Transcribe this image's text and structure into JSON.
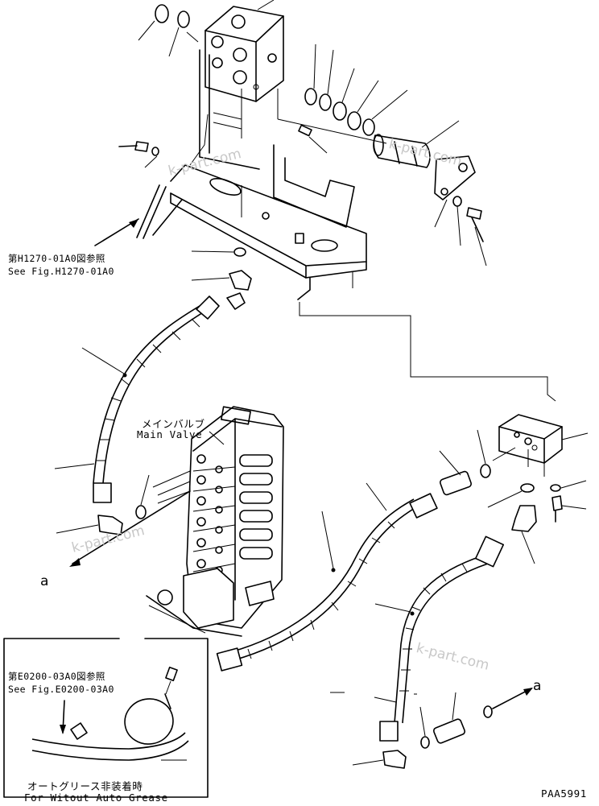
{
  "references": {
    "top": {
      "jp": "第H1270-01A0図参照",
      "en": "See Fig.H1270-01A0"
    },
    "inset": {
      "jp": "第E0200-03A0図参照",
      "en": "See Fig.E0200-03A0"
    }
  },
  "main_valve": {
    "jp": "メインバルブ",
    "en": "Main Valve"
  },
  "inset_caption": {
    "jp": "オートグリース非装着時",
    "en": "For Witout Auto Grease"
  },
  "arrow_marks": {
    "left": "a",
    "right": "a"
  },
  "watermark": "k-part.com",
  "figure_code": "PAA5991"
}
